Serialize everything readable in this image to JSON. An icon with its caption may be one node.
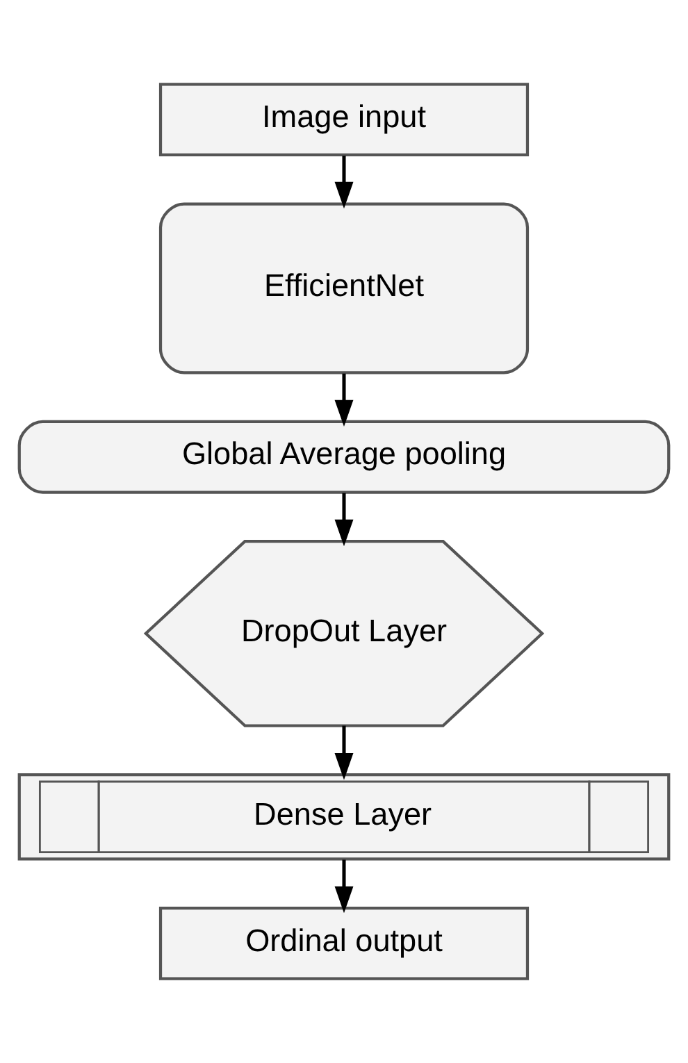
{
  "diagram": {
    "nodes": [
      {
        "text": [
          "Image input"
        ]
      },
      {
        "text": [
          "EfficientNet"
        ]
      },
      {
        "text": [
          "Global Average pooling"
        ]
      },
      {
        "text": [
          "DropOut Layer"
        ]
      },
      {
        "text": [
          "Dense Layer"
        ]
      },
      {
        "text": [
          "Ordinal output"
        ]
      }
    ],
    "edges": [
      {
        "from": 0,
        "to": 1,
        "arrow": "to"
      },
      {
        "from": 1,
        "to": 2,
        "arrow": "to"
      },
      {
        "from": 2,
        "to": 3,
        "arrow": "to"
      },
      {
        "from": 3,
        "to": 4,
        "arrow": "to"
      },
      {
        "from": 4,
        "to": 5,
        "arrow": "to"
      }
    ]
  }
}
